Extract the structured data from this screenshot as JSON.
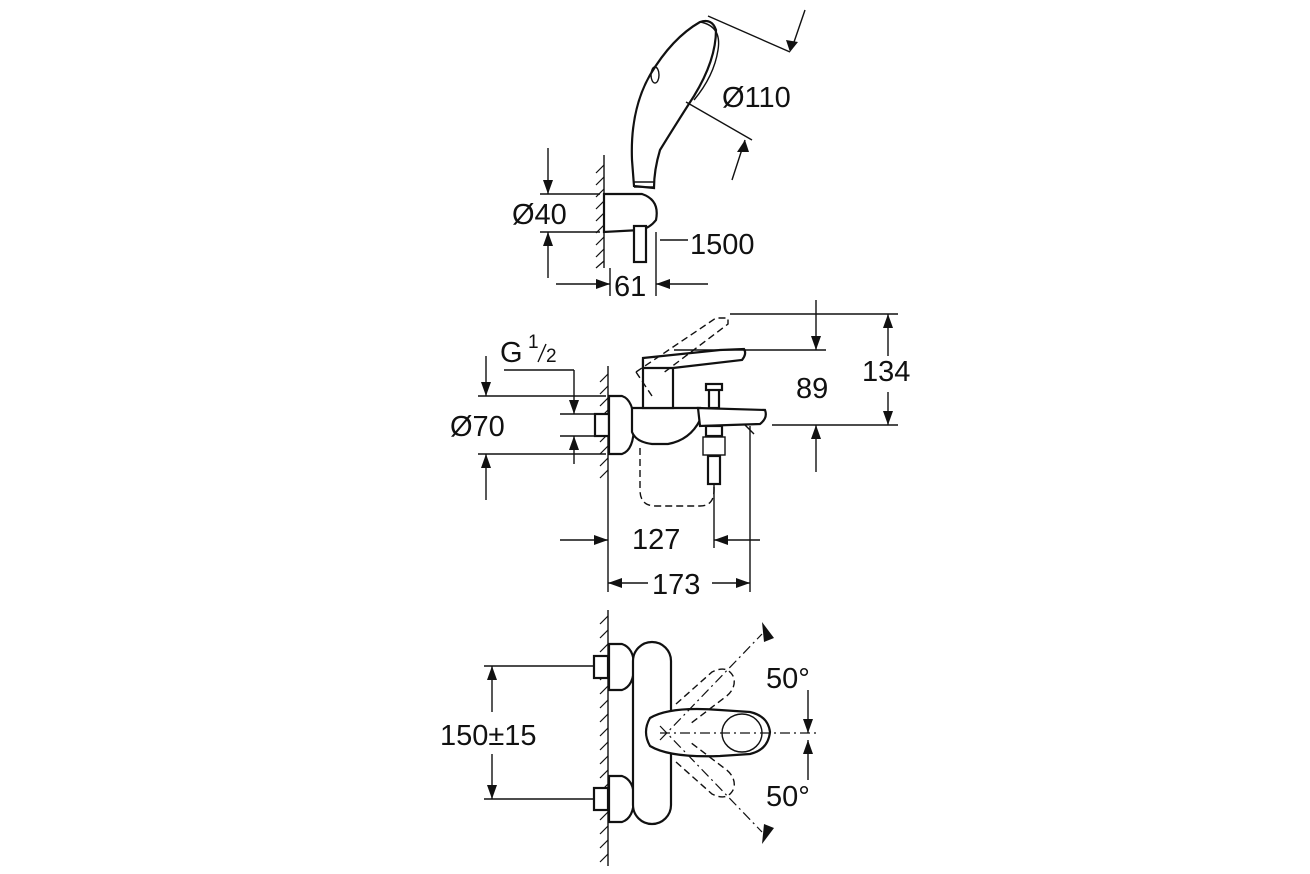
{
  "dimensions": {
    "handshower_diameter": "Ø110",
    "holder_diameter": "Ø40",
    "hose_length": "1500",
    "holder_projection": "61",
    "thread_size_base": "G",
    "thread_size_num": "1",
    "thread_size_den": "2",
    "flange_diameter": "Ø70",
    "lever_height": "89",
    "total_height": "134",
    "spout_projection": "127",
    "total_projection": "173",
    "inlet_spacing": "150±15",
    "lever_angle_up": "50°",
    "lever_angle_down": "50°"
  },
  "colors": {
    "line": "#111111",
    "background": "#ffffff"
  }
}
